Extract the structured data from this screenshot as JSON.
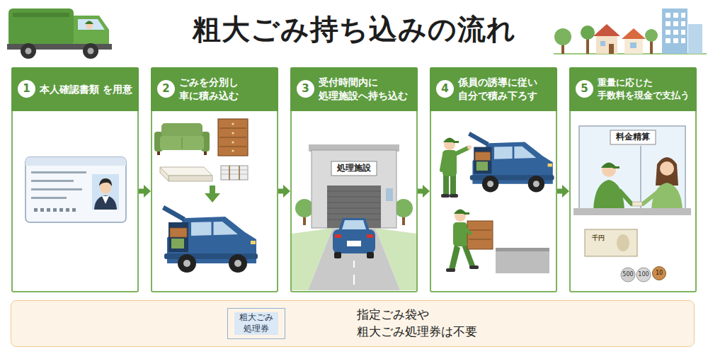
{
  "diagram": {
    "title": "粗大ごみ持ち込みの流れ",
    "nodes": [
      {
        "text": [
          "本人確認書類 を用意"
        ]
      },
      {
        "text": [
          "1"
        ],
        "in": 0
      },
      {
        "text": [
          "ごみを分別し 車に積み込む"
        ]
      },
      {
        "text": [
          "2"
        ],
        "in": 2
      },
      {
        "text": [
          "受付時間内に 処理施設へ持ち込む"
        ]
      },
      {
        "text": [
          "3"
        ],
        "in": 4
      },
      {
        "text": [
          "係員の誘導に従い 自分で積み下ろす"
        ]
      },
      {
        "text": [
          "4"
        ],
        "in": 6
      },
      {
        "text": [
          "重量に応じた 手数料を現金で支払う"
        ]
      },
      {
        "text": [
          "5"
        ],
        "in": 8
      },
      {
        "text": [
          "指定ごみ袋や 粗大ごみ処理券は不要"
        ]
      },
      {
        "text": [
          "粗大ごみ 処理券"
        ],
        "in": 10
      }
    ],
    "edges": [
      {
        "from": 0,
        "to": 2,
        "arrow": "to"
      },
      {
        "from": 2,
        "to": 4,
        "arrow": "to"
      },
      {
        "from": 4,
        "to": 6,
        "arrow": "to"
      },
      {
        "from": 6,
        "to": 8,
        "arrow": "to"
      }
    ],
    "labels": [
      "処理施設",
      "料金精算",
      "千円",
      "500",
      "100",
      "10"
    ]
  }
}
